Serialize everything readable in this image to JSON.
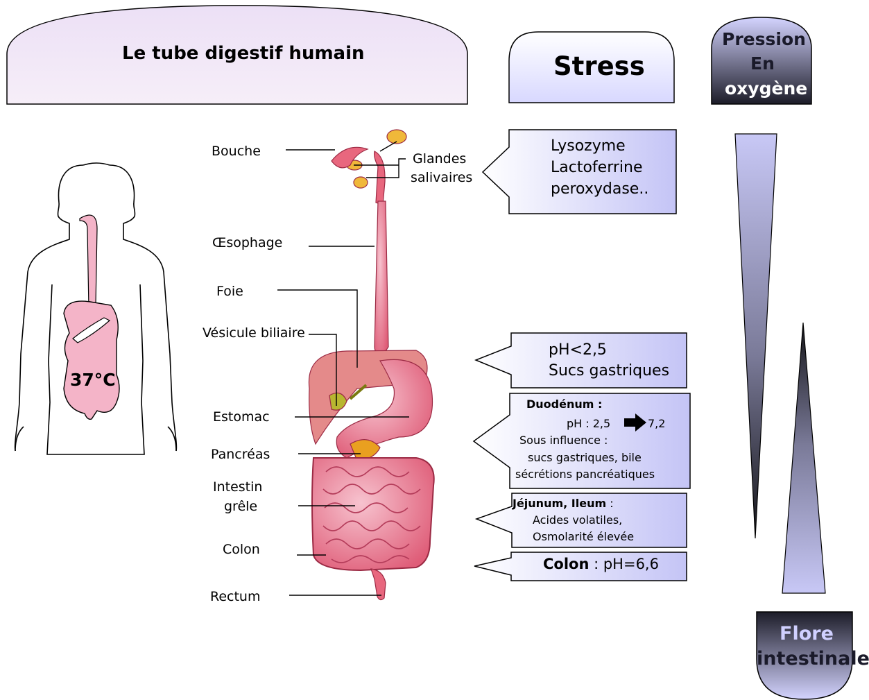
{
  "header": {
    "title": "Le tube digestif humain",
    "stress": "Stress",
    "pression": [
      "Pression",
      "En",
      "oxygène"
    ],
    "flore": [
      "Flore",
      "intestinale"
    ]
  },
  "body_temp": "37°C",
  "organs": {
    "bouche": "Bouche",
    "glandes_1": "Glandes",
    "glandes_2": "salivaires",
    "oesophage": "Œsophage",
    "foie": "Foie",
    "vesicule": "Vésicule biliaire",
    "estomac": "Estomac",
    "pancreas": "Pancréas",
    "intestin_1": "Intestin",
    "intestin_2": "grêle",
    "colon": "Colon",
    "rectum": "Rectum"
  },
  "callouts": {
    "saliva": [
      "Lysozyme",
      "Lactoferrine",
      "peroxydase.."
    ],
    "stomach": [
      "pH<2,5",
      "Sucs gastriques"
    ],
    "duodenum": {
      "title": "Duodénum :",
      "ph_left": "pH : 2,5",
      "ph_right": "7,2",
      "line3": "Sous influence :",
      "line4": "sucs gastriques, bile",
      "line5": "sécrétions pancréatiques"
    },
    "jejunum": {
      "title": "Jéjunum, Ileum",
      "colon_mark": " :",
      "line2": "Acides volatiles,",
      "line3": "Osmolarité élevée"
    },
    "colon": {
      "title": "Colon",
      "rest": " : pH=6,6"
    }
  },
  "colors": {
    "box_fill": "#d6d6ff",
    "box_gradient_end": "#ffffff",
    "organ_pink": "#e8677e",
    "body_stomach": "#f4b4c8",
    "wedge_dark": "#1c1c28"
  }
}
